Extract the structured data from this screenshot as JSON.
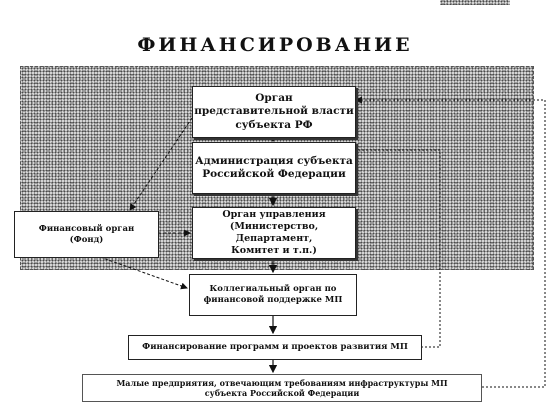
{
  "title": "ФИНАНСИРОВАНИЕ",
  "boxes": {
    "organ": "Орган\nпредставительной власти\nсубъекта РФ",
    "admin": "Администрация субъекта\nРоссийской Федерации",
    "mgmt": "Орган управления\n(Министерство, Департамент,\nКомитет и т.п.)",
    "fin": "Финансовый орган\n(Фонд)",
    "coll": "Коллегиальный орган по\nфинансовой поддержке МП",
    "prog": "Финансирование программ и проектов развития МП",
    "bottom": "Малые предприятия, отвечающим требованиям инфраструктуры МП\nсубъекта Российской Федерации"
  }
}
